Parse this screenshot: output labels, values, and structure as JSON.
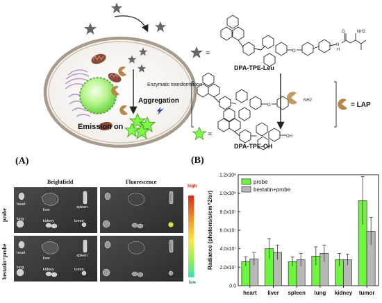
{
  "top": {
    "cell_labels": {
      "enzymatic": "Enzymatic transformation",
      "aggregation": "Aggregation",
      "emission": "Emission on"
    },
    "legend": {
      "leu_name": "DPA-TPE-Leu",
      "oh_name": "DPA-TPE-OH",
      "lap": "= LAP",
      "equals": "="
    },
    "chem_labels": {
      "amide_o": "O",
      "nh": "N",
      "h": "H",
      "nh2": "NH2",
      "oh": "OH"
    }
  },
  "panel_a": {
    "label": "(A)",
    "col_brightfield": "Brightfield",
    "col_fluorescence": "Fluorescence",
    "row_probe": "probe",
    "row_bestatin": "bestatin+probe",
    "scale_high": "high",
    "scale_low": "low",
    "organs": {
      "heart": "heart",
      "liver": "liver",
      "spleen": "spleen",
      "lung": "lung",
      "kidney": "kidney",
      "tumor": "tumor"
    }
  },
  "panel_b": {
    "label": "(B)"
  },
  "colors": {
    "probe": "#6ef53f",
    "bestatin": "#b8b8b8",
    "star": "#666666",
    "green_star": "#7ff84a",
    "arrow": "#222222"
  },
  "chart_data": {
    "type": "bar",
    "ylabel": "Radiance (photons/s/cm^2/sr)",
    "categories": [
      "heart",
      "liver",
      "spleen",
      "lung",
      "kidney",
      "tumor"
    ],
    "ylim": [
      0,
      120000000
    ],
    "yticks": [
      "0.0",
      "2.0x10⁷",
      "4.0x10⁷",
      "6.0x10⁷",
      "8.0x10⁷",
      "1.0x10⁸",
      "1.2x10⁸"
    ],
    "legend_position": "top-left",
    "series": [
      {
        "name": "probe",
        "values": [
          26000000,
          40000000,
          26000000,
          32000000,
          28000000,
          92000000
        ],
        "errors": [
          5000000,
          11000000,
          5000000,
          10000000,
          7000000,
          26000000
        ]
      },
      {
        "name": "bestatin+probe",
        "values": [
          29000000,
          36000000,
          28000000,
          35000000,
          28000000,
          59000000
        ],
        "errors": [
          7000000,
          8000000,
          7000000,
          9000000,
          6000000,
          15000000
        ]
      }
    ]
  }
}
